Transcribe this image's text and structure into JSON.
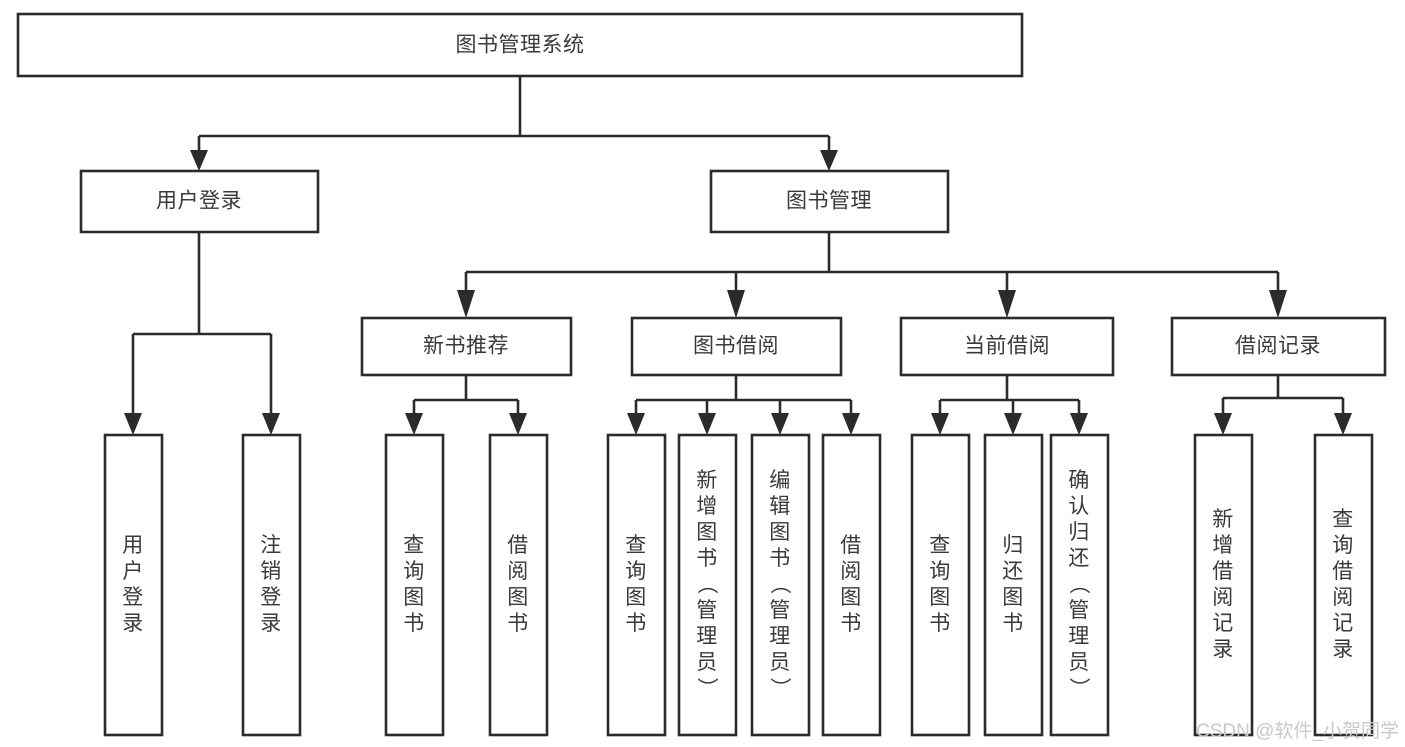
{
  "diagram": {
    "title": "图书管理系统",
    "type": "tree-hierarchy-chart",
    "background_color": "#ffffff",
    "line_color": "#2b2b2b",
    "text_color": "#3a3a3a",
    "box_fill": "#ffffff",
    "nodes": {
      "root": {
        "label": "图书管理系统"
      },
      "level2": [
        {
          "label": "用户登录"
        },
        {
          "label": "图书管理"
        }
      ],
      "level3": [
        {
          "label": "新书推荐"
        },
        {
          "label": "图书借阅"
        },
        {
          "label": "当前借阅"
        },
        {
          "label": "借阅记录"
        }
      ],
      "leaves": {
        "user_login": [
          {
            "label": "用户登录"
          },
          {
            "label": "注销登录"
          }
        ],
        "new_book_recommend": [
          {
            "label": "查询图书"
          },
          {
            "label": "借阅图书"
          }
        ],
        "book_borrow": [
          {
            "label": "查询图书"
          },
          {
            "label": "新增图书（管理员）"
          },
          {
            "label": "编辑图书（管理员）"
          },
          {
            "label": "借阅图书"
          }
        ],
        "current_borrow": [
          {
            "label": "查询图书"
          },
          {
            "label": "归还图书"
          },
          {
            "label": "确认归还（管理员）"
          }
        ],
        "borrow_record": [
          {
            "label": "新增借阅记录"
          },
          {
            "label": "查询借阅记录"
          }
        ]
      }
    }
  },
  "watermark": {
    "text": "CSDN @软件_小贺同学"
  }
}
